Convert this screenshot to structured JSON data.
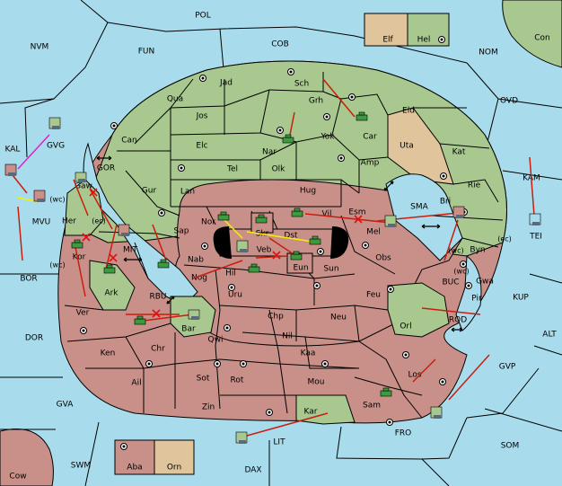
{
  "map": {
    "colors": {
      "sea": "#a8dcec",
      "green_power": "#a8c890",
      "red_power": "#c89088",
      "tan_power": "#e0c49c",
      "neutral": "#a8dcec"
    },
    "legend": {
      "top": [
        "Elf",
        "Hel"
      ],
      "bottom": [
        "Aba",
        "Orn"
      ]
    },
    "sea_labels": [
      "POL",
      "NVM",
      "FUN",
      "COB",
      "NOM",
      "OVD",
      "Con",
      "KAL",
      "GVG",
      "MVU",
      "(wc)",
      "GOR",
      "(ec)",
      "MIT",
      "BOR",
      "(wc)",
      "RBU",
      "DOR",
      "GVA",
      "SWM",
      "DAX",
      "LIT",
      "FRO",
      "SOM",
      "GVP",
      "ALT",
      "KUP",
      "BUC",
      "ROD",
      "(wc)",
      "(ec)",
      "TEI",
      "KAM",
      "SMA",
      "(wc)",
      "Cow"
    ],
    "land_labels": [
      "Jad",
      "Sch",
      "Qua",
      "Grh",
      "Jos",
      "Eld",
      "Can",
      "Car",
      "Yok",
      "Elc",
      "Nar",
      "Uta",
      "Amp",
      "Kat",
      "Tel",
      "Olk",
      "Gur",
      "Hug",
      "Rie",
      "Lan",
      "Esm",
      "Bri",
      "Vil",
      "Nor",
      "Skr",
      "Gaw",
      "Sap",
      "Dst",
      "Mel",
      "Byn",
      "Her",
      "Veb",
      "Kor",
      "Nab",
      "Hil",
      "Eun",
      "Sun",
      "Obs",
      "Gwa",
      "Nog",
      "Pir",
      "Ark",
      "Uru",
      "Feu",
      "Ver",
      "Bar",
      "Chp",
      "Neu",
      "Orl",
      "Qwi",
      "Nil",
      "Ken",
      "Chr",
      "Kaa",
      "Ail",
      "Los",
      "Sot",
      "Rot",
      "Mou",
      "Sam",
      "Zin",
      "Kar"
    ]
  }
}
